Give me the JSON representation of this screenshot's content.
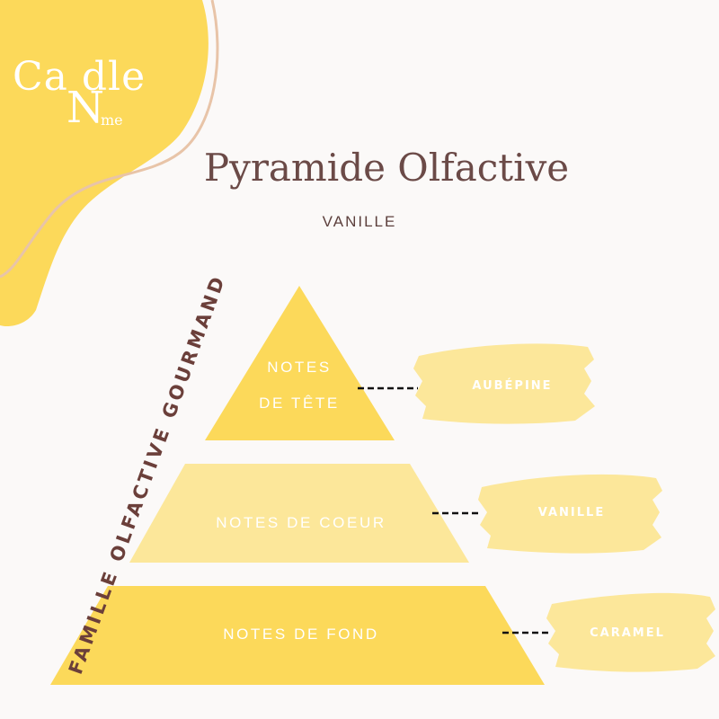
{
  "logo": {
    "line1": "Ca  dle",
    "line2": "N",
    "line3": "me"
  },
  "title": "Pyramide Olfactive",
  "subtitle": "VANILLE",
  "family_label": "FAMILLE OLFACTIVE GOURMAND",
  "pyramid": {
    "top": {
      "line1": "NOTES",
      "line2": "DE TÊTE",
      "note": "AUBÉPINE"
    },
    "middle": {
      "label": "NOTES DE COEUR",
      "note": "VANILLE"
    },
    "bottom": {
      "label": "NOTES DE FOND",
      "note": "CARAMEL"
    }
  },
  "colors": {
    "background": "#fbf9f8",
    "yellow": "#fcd95a",
    "pale_yellow": "#fce79a",
    "brown": "#6b4a47",
    "line": "#e8c4a8"
  }
}
